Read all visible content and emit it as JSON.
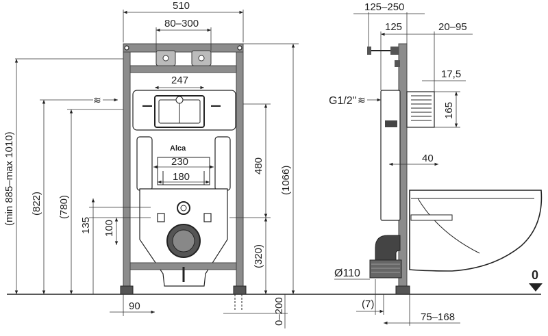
{
  "front": {
    "frame_width": "510",
    "bracket_spacing": "80–300",
    "plate_width": "247",
    "logo": "Alca",
    "stud_spacing_outer": "230",
    "stud_spacing_inner": "180",
    "height_total": "(1066)",
    "height_range": "(min 885–max 1010)",
    "height_822": "(822)",
    "height_780": "(780)",
    "height_480": "480",
    "height_320": "(320)",
    "height_135": "135",
    "height_100": "100",
    "foot_offset": "90",
    "foot_range": "0–200"
  },
  "side": {
    "depth_range": "125–250",
    "depth_125": "125",
    "offset_range": "20–95",
    "dim_17_5": "17,5",
    "dim_165": "165",
    "inlet": "G1/2\"",
    "dim_40": "40",
    "drain": "Ø110",
    "dim_7": "(7)",
    "dim_75_168": "75–168",
    "floor_level": "0"
  }
}
